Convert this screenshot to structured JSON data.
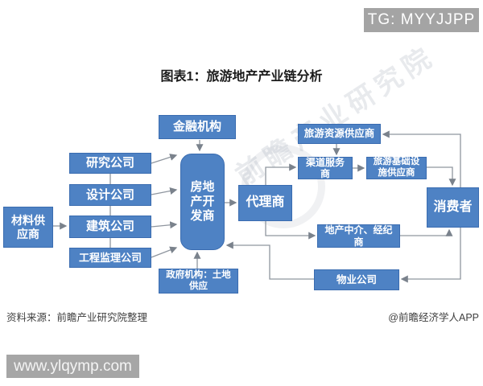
{
  "title": "图表1：旅游地产产业链分析",
  "overlay": {
    "tg_badge": "TG: MYYJJPP",
    "url_badge": "www.ylqymp.com"
  },
  "footer": {
    "source": "资料来源：前瞻产业研究院整理",
    "credit": "@前瞻经济学人APP"
  },
  "watermark": {
    "text": "前瞻产业研究院"
  },
  "colors": {
    "box_fill": "#4e82c4",
    "box_border": "#3a6cb0",
    "arrow": "#8f969f",
    "badge_bg": "#a4a4a4"
  },
  "nodes": {
    "finance": {
      "lines": [
        "金融机构"
      ]
    },
    "research": {
      "lines": [
        "研究公司"
      ]
    },
    "design": {
      "lines": [
        "设计公司"
      ]
    },
    "construction": {
      "lines": [
        "建筑公司"
      ]
    },
    "supervision": {
      "lines": [
        "工程监理公司"
      ]
    },
    "material": {
      "lines": [
        "材料供",
        "应商"
      ]
    },
    "developer": {
      "lines": [
        "房地",
        "产开",
        "发商"
      ]
    },
    "gov": {
      "lines": [
        "政府机构：土地",
        "供应"
      ]
    },
    "agent": {
      "lines": [
        "代理商"
      ]
    },
    "tourres": {
      "lines": [
        "旅游资源供应商"
      ]
    },
    "channel": {
      "lines": [
        "渠道服务",
        "商"
      ]
    },
    "infra": {
      "lines": [
        "旅游基础设",
        "施供应商"
      ]
    },
    "intermediary": {
      "lines": [
        "地产中介、经纪",
        "商"
      ]
    },
    "property": {
      "lines": [
        "物业公司"
      ]
    },
    "consumer": {
      "lines": [
        "消费者"
      ]
    }
  },
  "edges": [
    "金融机构→房地产开发商",
    "研究公司→房地产开发商",
    "设计公司→房地产开发商",
    "建筑公司→房地产开发商",
    "工程监理公司→房地产开发商",
    "材料供应商→建筑公司",
    "政府机构：土地供应→房地产开发商",
    "房地产开发商→代理商",
    "代理商→渠道服务商",
    "旅游资源供应商→渠道服务商",
    "渠道服务商→旅游基础设施供应商",
    "旅游基础设施供应商→消费者",
    "消费者→旅游资源供应商",
    "代理商→地产中介、经纪商",
    "地产中介、经纪商→消费者",
    "消费者→物业公司",
    "物业公司→房地产开发商"
  ]
}
